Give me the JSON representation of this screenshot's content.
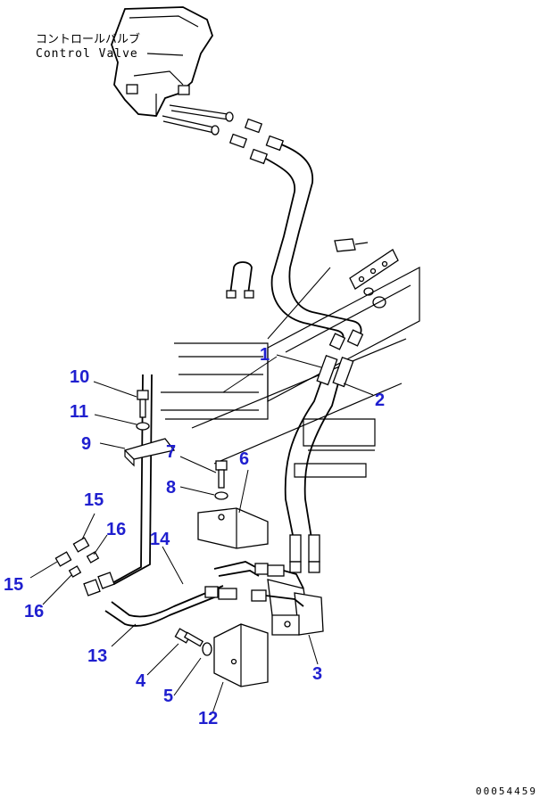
{
  "labels": {
    "component_jp": "コントロールバルブ",
    "component_en": "Control Valve",
    "document_number": "00054459"
  },
  "callouts": [
    "1",
    "2",
    "4",
    "5",
    "6",
    "7",
    "8",
    "9",
    "10",
    "11",
    "12",
    "13",
    "14",
    "15",
    "15",
    "16",
    "16"
  ],
  "colors": {
    "callout": "#1f1fcf",
    "linework": "#000000",
    "background": "#ffffff"
  }
}
